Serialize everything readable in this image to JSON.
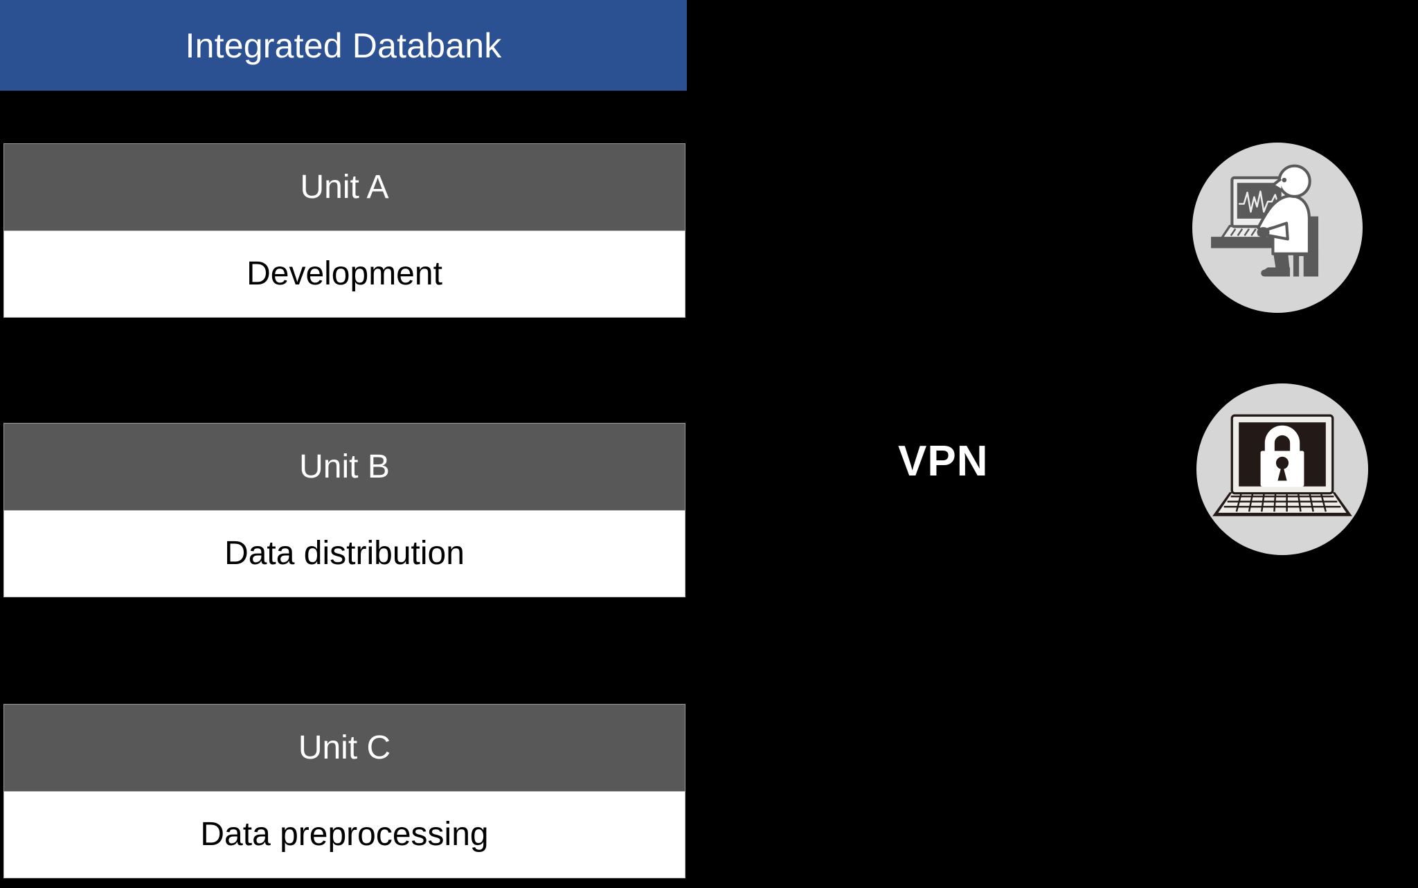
{
  "diagram": {
    "title": "Integrated Databank system architecture",
    "background_color": "#000000"
  },
  "databank": {
    "label": "Integrated Databank",
    "color": "#2C5192",
    "text_color": "#FFFFFF"
  },
  "units": [
    {
      "id": "unit-a",
      "name": "Unit A",
      "role": "Development",
      "header_color": "#585858",
      "body_color": "#FFFFFF"
    },
    {
      "id": "unit-b",
      "name": "Unit B",
      "role": "Data distribution",
      "header_color": "#585858",
      "body_color": "#FFFFFF"
    },
    {
      "id": "unit-c",
      "name": "Unit C",
      "role": "Data preprocessing",
      "header_color": "#585858",
      "body_color": "#FFFFFF"
    }
  ],
  "connection": {
    "label": "VPN",
    "text_color": "#FFFFFF"
  },
  "icons": [
    {
      "id": "researcher-icon",
      "name": "researcher-at-laptop-icon",
      "circle_color": "#D6D6D6",
      "figure_color": "#5A5A5A"
    },
    {
      "id": "vpn-lock-icon",
      "name": "laptop-with-padlock-icon",
      "circle_color": "#D6D6D6",
      "figure_color": "#231A18"
    }
  ]
}
